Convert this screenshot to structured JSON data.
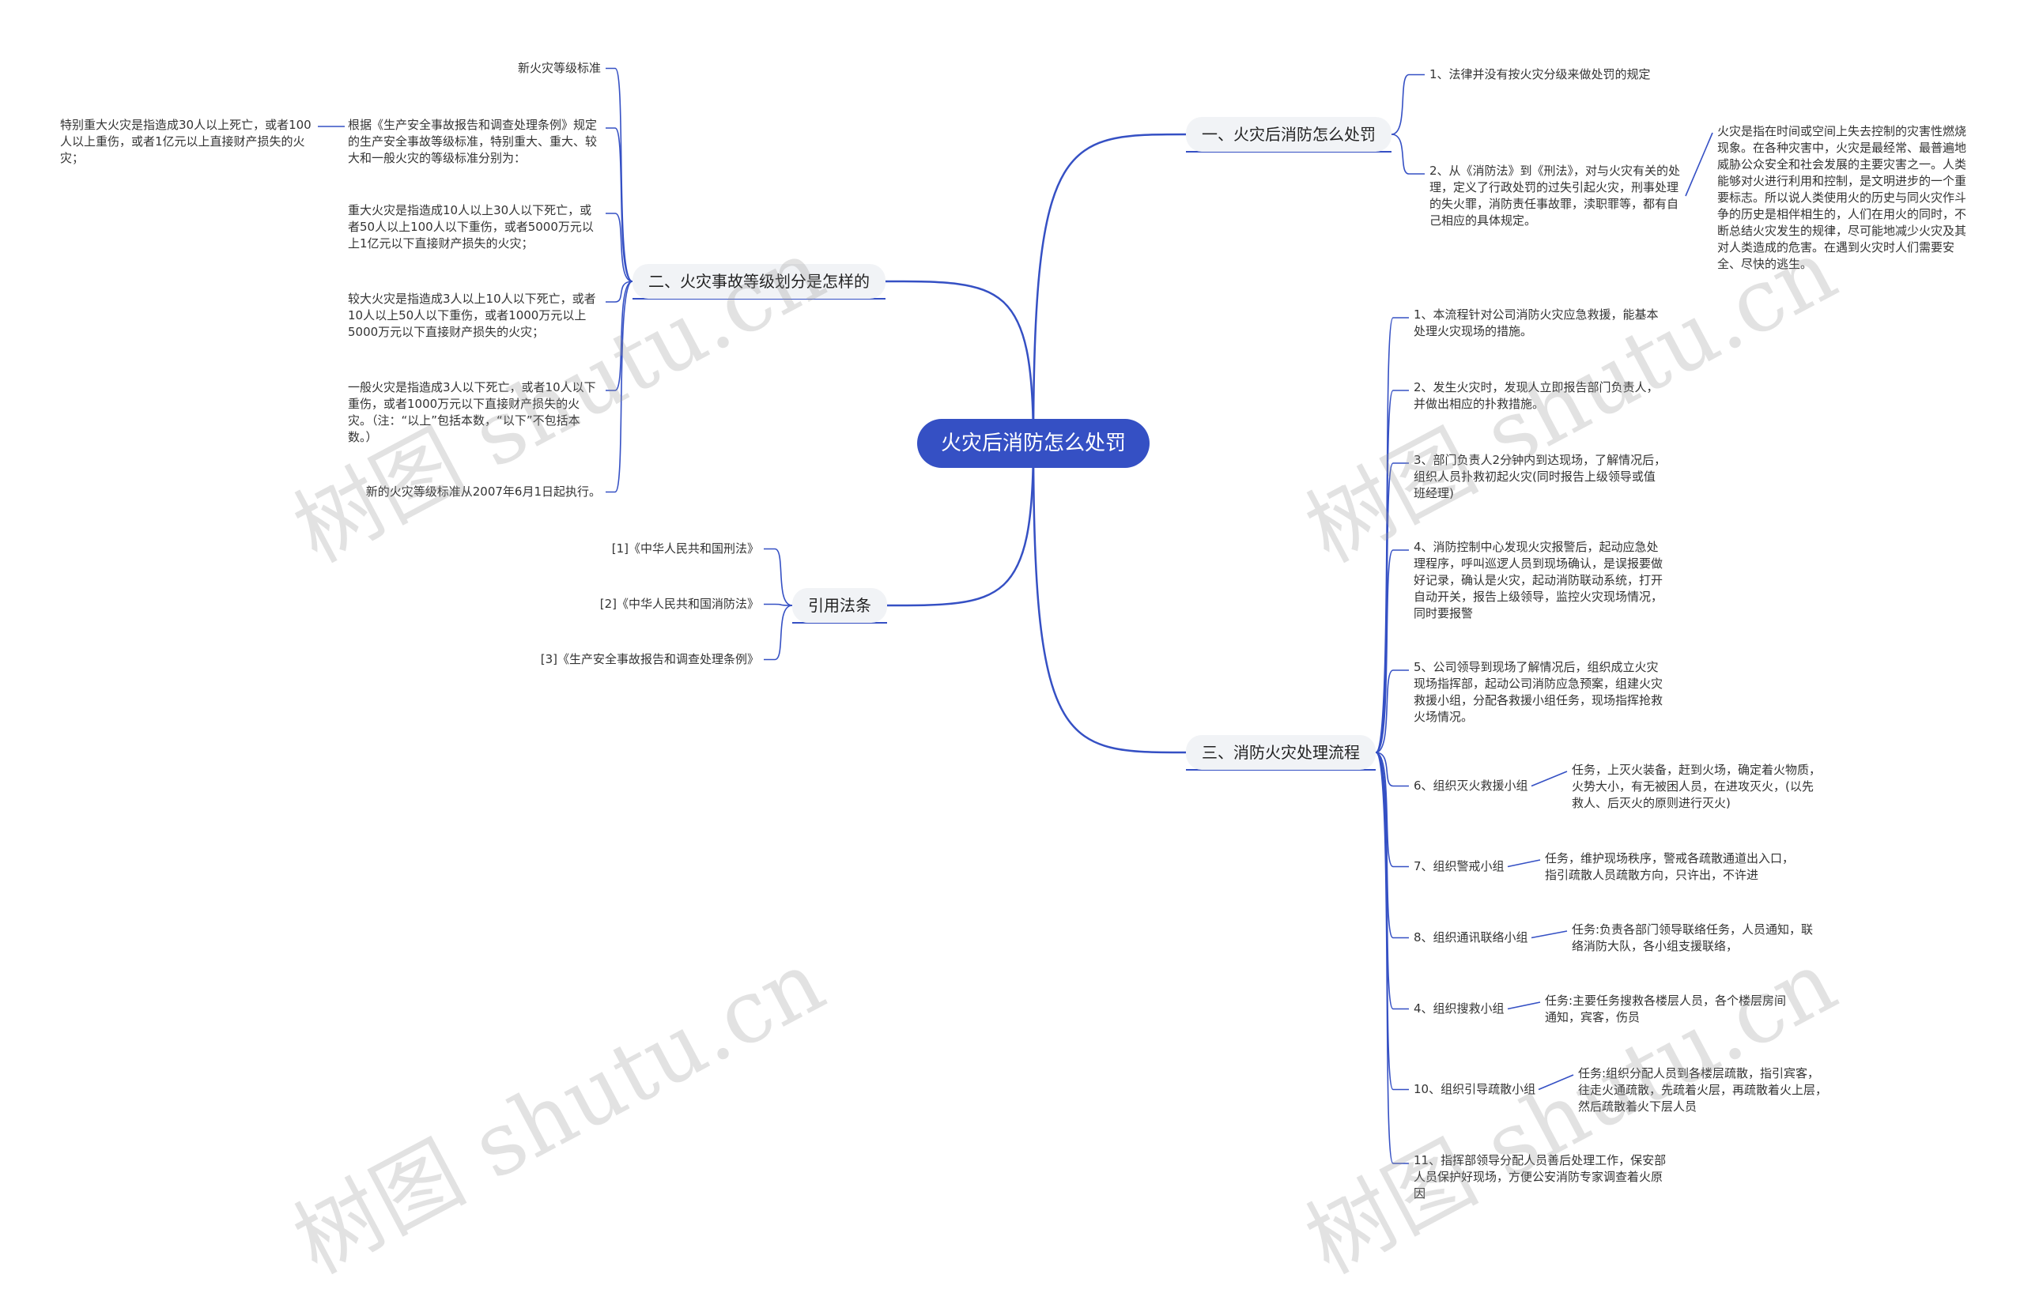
{
  "root": {
    "label": "火灾后消防怎么处罚"
  },
  "branch1": {
    "label": "一、火灾后消防怎么处罚",
    "items": [
      "1、法律并没有按火灾分级来做处罚的规定",
      "2、从《消防法》到《刑法》，对与火灾有关的处理，定义了行政处罚的过失引起火灾，刑事处理的失火罪，消防责任事故罪，渎职罪等，都有自己相应的具体规定。"
    ],
    "note": "火灾是指在时间或空间上失去控制的灾害性燃烧现象。在各种灾害中，火灾是最经常、最普遍地威胁公众安全和社会发展的主要灾害之一。人类能够对火进行利用和控制，是文明进步的一个重要标志。所以说人类使用火的历史与同火灾作斗争的历史是相伴相生的，人们在用火的同时，不断总结火灾发生的规律，尽可能地减少火灾及其对人类造成的危害。在遇到火灾时人们需要安全、尽快的逃生。"
  },
  "branch2": {
    "label": "二、火灾事故等级划分是怎样的",
    "items": [
      "新火灾等级标准",
      "根据《生产安全事故报告和调查处理条例》规定的生产安全事故等级标准，特别重大、重大、较大和一般火灾的等级标准分别为：",
      "重大火灾是指造成10人以上30人以下死亡，或者50人以上100人以下重伤，或者5000万元以上1亿元以下直接财产损失的火灾；",
      "较大火灾是指造成3人以上10人以下死亡，或者10人以上50人以下重伤，或者1000万元以上5000万元以下直接财产损失的火灾；",
      "一般火灾是指造成3人以下死亡，或者10人以下重伤，或者1000万元以下直接财产损失的火灾。（注：“以上”包括本数，“以下”不包括本数。）",
      "新的火灾等级标准从2007年6月1日起执行。"
    ],
    "sub_note": "特别重大火灾是指造成30人以上死亡，或者100人以上重伤，或者1亿元以上直接财产损失的火灾；"
  },
  "branch3": {
    "label": "引用法条",
    "items": [
      "[1]《中华人民共和国刑法》",
      "[2]《中华人民共和国消防法》",
      "[3]《生产安全事故报告和调查处理条例》"
    ]
  },
  "branch4": {
    "label": "三、消防火灾处理流程",
    "items": [
      "1、本流程针对公司消防火灾应急救援，能基本处理火灾现场的措施。",
      "2、发生火灾时，发现人立即报告部门负责人，并做出相应的扑救措施。",
      "3、部门负责人2分钟内到达现场，了解情况后，组织人员扑救初起火灾(同时报告上级领导或值班经理)",
      "4、消防控制中心发现火灾报警后，起动应急处理程序，呼叫巡逻人员到现场确认，是误报要做好记录，确认是火灾，起动消防联动系统，打开自动开关，报告上级领导，监控火灾现场情况，同时要报警",
      "5、公司领导到现场了解情况后，组织成立火灾现场指挥部，起动公司消防应急预案，组建火灾救援小组，分配各救援小组任务，现场指挥抢救火场情况。",
      "6、组织灭火救援小组",
      "7、组织警戒小组",
      "8、组织通讯联络小组",
      "4、组织搜救小组",
      "10、组织引导疏散小组",
      "11、指挥部领导分配人员善后处理工作，保安部人员保护好现场，方便公安消防专家调查着火原因"
    ],
    "tasks": [
      "任务，上灭火装备，赶到火场，确定着火物质，火势大小，有无被困人员，在进攻灭火，(以先救人、后灭火的原则进行灭火)",
      "任务，维护现场秩序，警戒各疏散通道出入口，指引疏散人员疏散方向，只许出，不许进",
      "任务:负责各部门领导联络任务，人员通知，联络消防大队，各小组支援联络，",
      "任务:主要任务搜救各楼层人员，各个楼层房间通知，宾客，伤员",
      "任务:组织分配人员到各楼层疏散，指引宾客，往走火通疏散，先疏着火层，再疏散着火上层，然后疏散着火下层人员"
    ]
  },
  "watermark": "树图 shutu.cn",
  "colors": {
    "root_bg": "#3550c4",
    "line": "#3550c4",
    "branch_bg": "#f1f3f6"
  }
}
